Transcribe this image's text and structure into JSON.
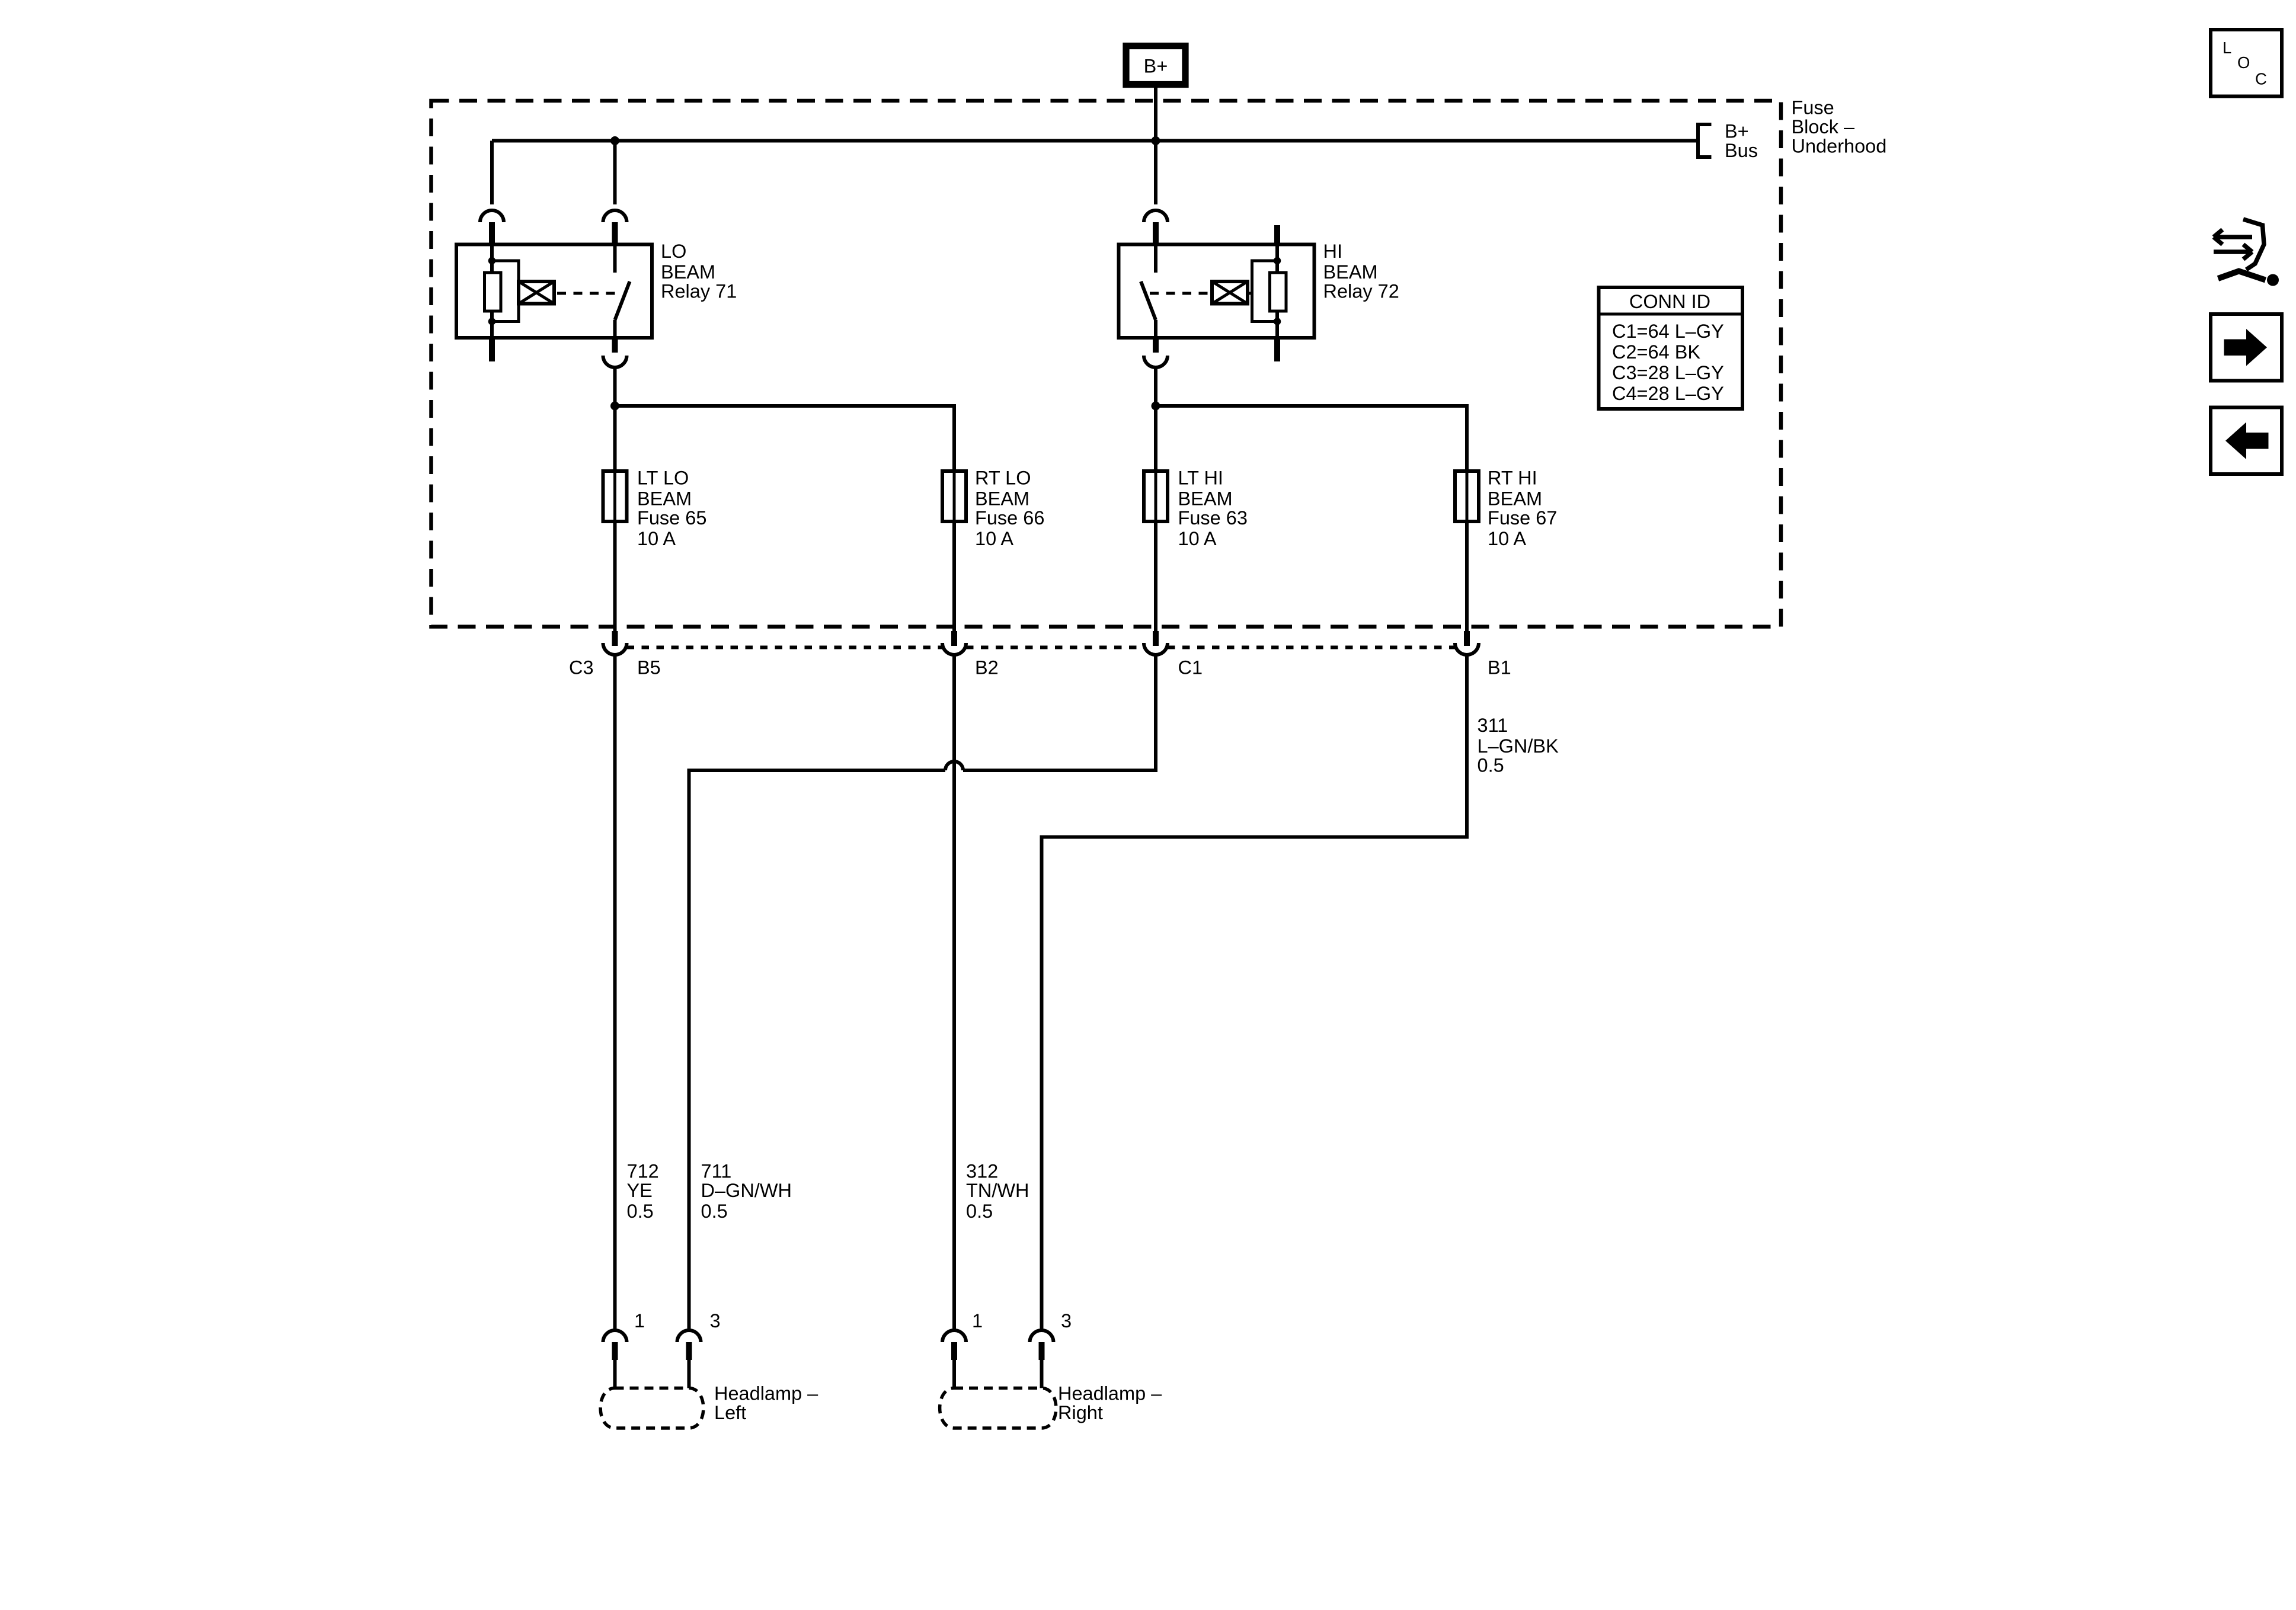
{
  "power_source": {
    "label": "B+"
  },
  "fuse_block": {
    "name": [
      "Fuse",
      "Block –",
      "Underhood"
    ],
    "bus": [
      "B+",
      "Bus"
    ]
  },
  "relays": {
    "lo": [
      "LO",
      "BEAM",
      "Relay 71"
    ],
    "hi": [
      "HI",
      "BEAM",
      "Relay 72"
    ]
  },
  "fuses": {
    "lt_lo": [
      "LT LO",
      "BEAM",
      "Fuse 65",
      "10 A"
    ],
    "rt_lo": [
      "RT LO",
      "BEAM",
      "Fuse 66",
      "10 A"
    ],
    "lt_hi": [
      "LT HI",
      "BEAM",
      "Fuse 63",
      "10 A"
    ],
    "rt_hi": [
      "RT HI",
      "BEAM",
      "Fuse 67",
      "10 A"
    ]
  },
  "connector_table": {
    "title": "CONN ID",
    "rows": [
      "C1=64 L–GY",
      "C2=64 BK",
      "C3=28 L–GY",
      "C4=28 L–GY"
    ]
  },
  "pins": {
    "conn_c3": "C3",
    "b5": "B5",
    "b2": "B2",
    "c1": "C1",
    "b1": "B1"
  },
  "wires": {
    "w311": [
      "311",
      "L–GN/BK",
      "0.5"
    ],
    "w712": [
      "712",
      "YE",
      "0.5"
    ],
    "w711": [
      "711",
      "D–GN/WH",
      "0.5"
    ],
    "w312": [
      "312",
      "TN/WH",
      "0.5"
    ]
  },
  "headlamps": {
    "left": {
      "label": [
        "Headlamp –",
        "Left"
      ],
      "pin_a": "1",
      "pin_b": "3"
    },
    "right": {
      "label": [
        "Headlamp –",
        "Right"
      ],
      "pin_a": "1",
      "pin_b": "3"
    }
  },
  "side_panel": {
    "loc_letters": [
      "L",
      "O",
      "C"
    ],
    "icons": [
      "component-locator-icon",
      "schematic-wrench-icon",
      "next-arrow-icon",
      "previous-arrow-icon"
    ]
  }
}
